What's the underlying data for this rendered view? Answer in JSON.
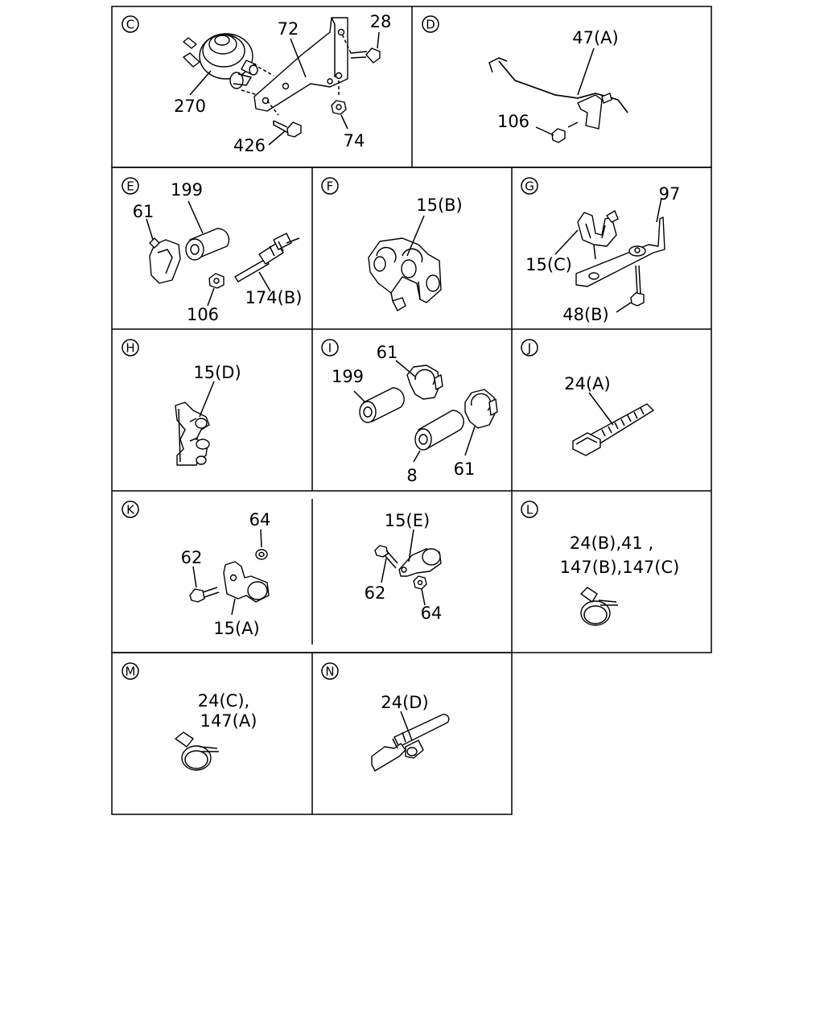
{
  "panels": {
    "C": {
      "letter": "C",
      "labels": {
        "p72": "72",
        "p28": "28",
        "p270": "270",
        "p426": "426",
        "p74": "74"
      }
    },
    "D": {
      "letter": "D",
      "labels": {
        "p47a": "47(A)",
        "p106": "106"
      }
    },
    "E": {
      "letter": "E",
      "labels": {
        "p199": "199",
        "p61": "61",
        "p106": "106",
        "p174b": "174(B)"
      }
    },
    "F": {
      "letter": "F",
      "labels": {
        "p15b": "15(B)"
      }
    },
    "G": {
      "letter": "G",
      "labels": {
        "p97": "97",
        "p15c": "15(C)",
        "p48b": "48(B)"
      }
    },
    "H": {
      "letter": "H",
      "labels": {
        "p15d": "15(D)"
      }
    },
    "I": {
      "letter": "I",
      "labels": {
        "p61a": "61",
        "p199": "199",
        "p8": "8",
        "p61b": "61"
      }
    },
    "J": {
      "letter": "J",
      "labels": {
        "p24a": "24(A)"
      }
    },
    "K": {
      "letter": "K",
      "labels": {
        "p64": "64",
        "p62": "62",
        "p15a": "15(A)"
      }
    },
    "K2": {
      "labels": {
        "p15e": "15(E)",
        "p62": "62",
        "p64": "64"
      }
    },
    "L": {
      "letter": "L",
      "labels": {
        "line1": "24(B),41 ,",
        "line2": "147(B),147(C)"
      }
    },
    "M": {
      "letter": "M",
      "labels": {
        "line1": "24(C),",
        "line2": "147(A)"
      }
    },
    "N": {
      "letter": "N",
      "labels": {
        "p24d": "24(D)"
      }
    }
  }
}
